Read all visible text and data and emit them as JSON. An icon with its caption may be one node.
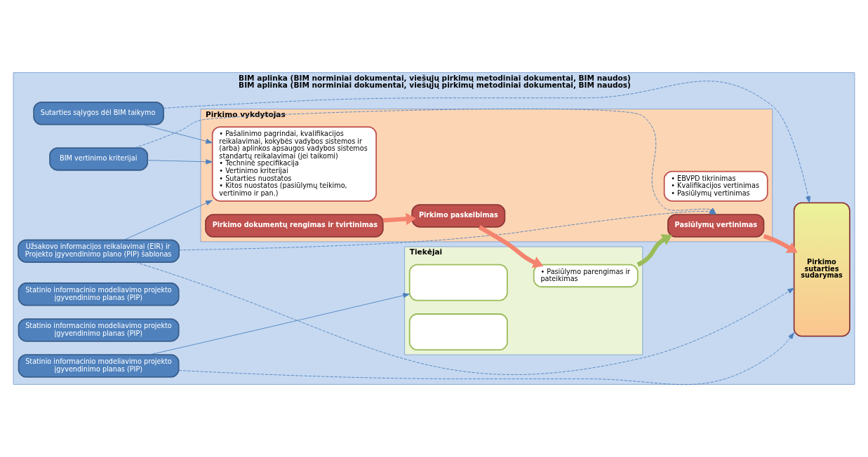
{
  "diagram": {
    "nodes": [
      {
        "text": [
          "BIM aplinka (BIM norminiai dokumentai, viešųjų pirkimų metodiniai dokumentai, BIM naudos)",
          "BIM aplinka (BIM norminiai dokumentai, viešųjų pirkimų metodiniai dokumentai, BIM naudos)"
        ]
      },
      {
        "text": [
          "Sutarties sąlygos dėl BIM taikymo"
        ],
        "in": 0
      },
      {
        "text": [
          "Užsakovo informacijos reikalavimai (EIR) ir Projekto įgyvendinimo plano (PIP) šablonas"
        ],
        "in": 0
      },
      {
        "text": [
          "BIM vertinimo kriterijai"
        ],
        "in": 0
      },
      {
        "text": [
          "Pirkimo vykdytojas"
        ],
        "in": 0
      },
      {
        "text": [
          "Pirkimo dokumentų rengimas ir tvirtinimas"
        ],
        "in": 4
      },
      {
        "text": [
          "• Pašalinimo pagrindai, kvalifikacijos reikalavimai, kokybės vadybos sistemos ir (arba) aplinkos apsaugos vadybos sistemos standartų reikalavimai (jei taikomi)",
          "• Techninė specifikacija",
          "• Vertinimo kriterijai",
          "• Sutarties nuostatos",
          "• Kitos nuostatos (pasiūlymų teikimo, vertinimo ir pan.)"
        ],
        "in": 4
      },
      {
        "text": [
          "Pirkimo paskelbimas"
        ],
        "in": 4
      },
      {
        "text": [
          "Pasiūlymų vertinimas"
        ],
        "in": 4
      },
      {
        "text": [
          "• EBVPD tikrinimas",
          "• Kvalifikacijos vertinimas",
          "• Pasiūlymų vertinimas"
        ],
        "in": 4
      },
      {
        "text": [
          "Pirkimo sutarties sudarymas"
        ],
        "in": 0
      },
      {
        "text": [
          "Tiekėjai"
        ],
        "in": 0
      },
      {
        "text": [],
        "shape": "box",
        "in": 11
      },
      {
        "text": [],
        "shape": "box",
        "in": 11
      },
      {
        "text": [
          "• Pasiūlymo parengimas ir pateikimas"
        ],
        "in": 11
      },
      {
        "text": [
          "Statinio informacinio modeliavimo projekto įgyvendinimo planas (PIP)"
        ],
        "in": 0
      },
      {
        "text": [
          "Statinio informacinio modeliavimo projekto įgyvendinimo planas (PIP)"
        ],
        "in": 0
      },
      {
        "text": [
          "Statinio informacinio modeliavimo projekto įgyvendinimo planas (PIP)"
        ],
        "in": 0
      }
    ],
    "edges": [
      {
        "from": 1,
        "to": 6,
        "arrow": "to"
      },
      {
        "from": 2,
        "to": 6,
        "arrow": "to"
      },
      {
        "from": 3,
        "to": 6,
        "arrow": "to"
      },
      {
        "from": 1,
        "to": 10,
        "arrow": "to",
        "style": "dashed"
      },
      {
        "from": 2,
        "to": 10,
        "arrow": "to",
        "style": "dashed"
      },
      {
        "from": 2,
        "to": 8,
        "arrow": "to",
        "style": "dashed"
      },
      {
        "from": 3,
        "to": 8,
        "arrow": "to",
        "style": "dashed"
      },
      {
        "from": 5,
        "to": 7,
        "arrow": "to",
        "style": "thick",
        "color": "#f4846f"
      },
      {
        "from": 7,
        "to": 14,
        "arrow": "to",
        "style": "thick",
        "color": "#f4846f"
      },
      {
        "from": 14,
        "to": 8,
        "arrow": "to",
        "style": "thick",
        "color": "#9bbb59"
      },
      {
        "from": 8,
        "to": 10,
        "arrow": "to",
        "style": "thick",
        "color": "#f4846f"
      },
      {
        "from": 15,
        "to": 12,
        "arrow": "to"
      },
      {
        "from": 15,
        "to": 10,
        "arrow": "to",
        "style": "dashed"
      }
    ]
  }
}
